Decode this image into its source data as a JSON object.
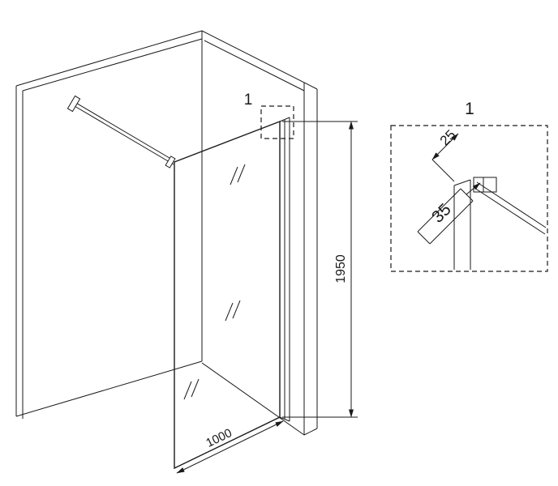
{
  "drawing": {
    "main_view": {
      "callout_label": "1",
      "height_dimension": "1950",
      "width_dimension": "1000"
    },
    "detail_view": {
      "label": "1",
      "top_dimension": "25",
      "side_dimension": "35"
    },
    "colors": {
      "line": "#1a1a1a",
      "background": "#ffffff"
    }
  }
}
